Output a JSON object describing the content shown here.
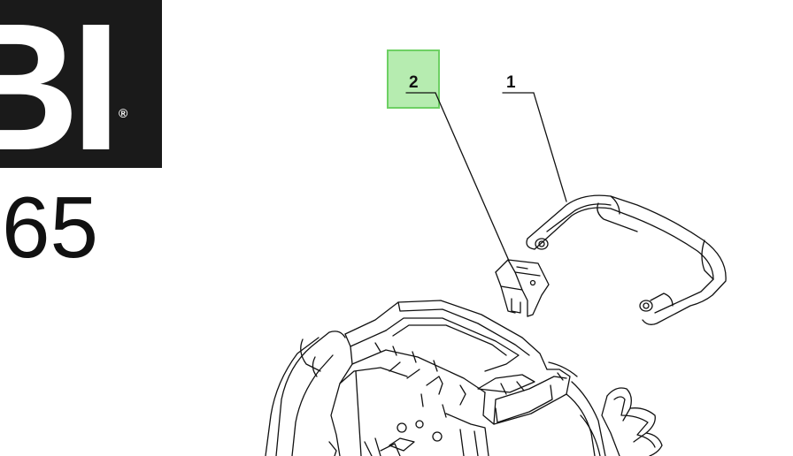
{
  "logo": {
    "text": "BI",
    "registered_mark": "®"
  },
  "model_number": "65",
  "callouts": [
    {
      "label": "2",
      "highlighted": true,
      "part": "lock-button"
    },
    {
      "label": "1",
      "highlighted": false,
      "part": "carry-handle"
    }
  ],
  "colors": {
    "highlight_fill": "#b6ecb0",
    "highlight_border": "#6ed064",
    "line": "#111111"
  }
}
